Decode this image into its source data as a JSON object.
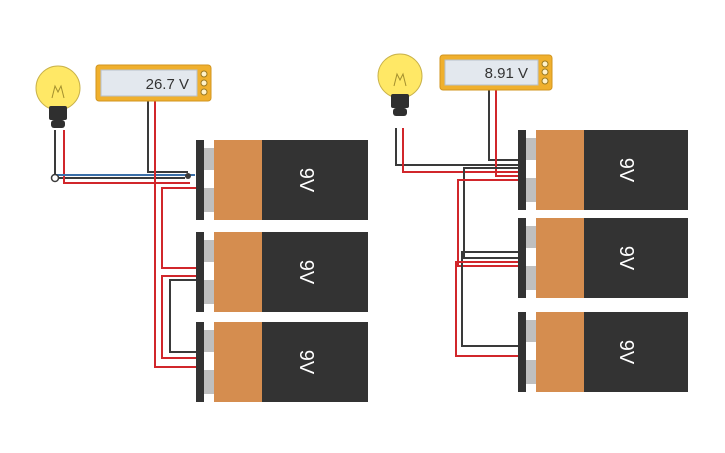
{
  "circuits": [
    {
      "id": "left",
      "configuration": "series",
      "meter": {
        "reading": "26.7 V"
      },
      "batteries": [
        {
          "label": "9V"
        },
        {
          "label": "9V"
        },
        {
          "label": "9V"
        }
      ]
    },
    {
      "id": "right",
      "configuration": "parallel",
      "meter": {
        "reading": "8.91 V"
      },
      "batteries": [
        {
          "label": "9V"
        },
        {
          "label": "9V"
        },
        {
          "label": "9V"
        }
      ]
    }
  ],
  "colors": {
    "battery_copper": "#d58d4f",
    "battery_body": "#333333",
    "wire_positive": "#d1262b",
    "wire_negative": "#3a3a3a",
    "wire_blue": "#3b6fa8",
    "meter_frame": "#f0b02d",
    "meter_screen": "#e3e8ee",
    "bulb_glow": "#ffe866"
  },
  "icons": [
    "lightbulb-icon",
    "voltmeter-icon",
    "battery-9v-icon"
  ]
}
